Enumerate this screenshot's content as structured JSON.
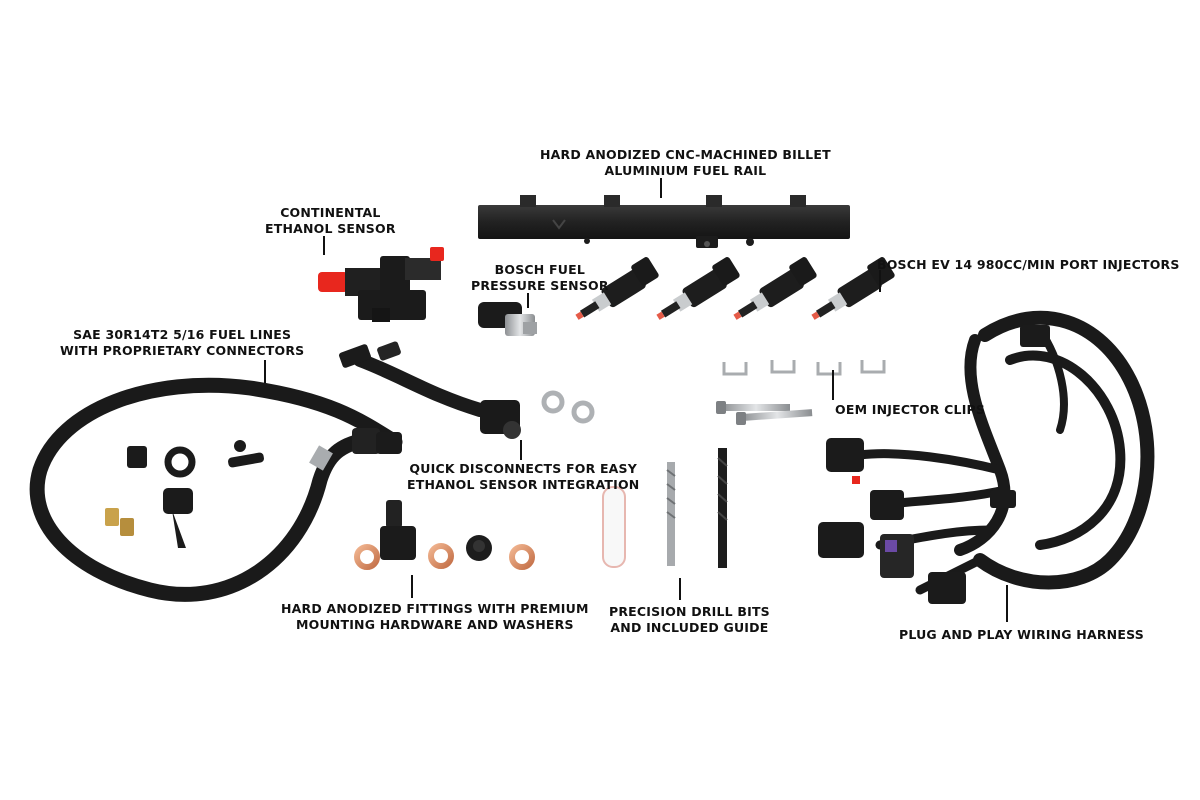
{
  "labels": {
    "fuel_rail": [
      "HARD ANODIZED CNC-MACHINED BILLET",
      "ALUMINIUM FUEL RAIL"
    ],
    "ethanol_sensor": [
      "CONTINENTAL",
      "ETHANOL SENSOR"
    ],
    "pressure_sensor": [
      "BOSCH FUEL",
      "PRESSURE SENSOR"
    ],
    "injectors": [
      "BOSCH EV 14 980CC/MIN PORT INJECTORS"
    ],
    "fuel_lines": [
      "SAE 30R14T2 5/16 FUEL LINES",
      "WITH PROPRIETARY CONNECTORS"
    ],
    "injector_clips": [
      "OEM INJECTOR CLIPS"
    ],
    "quick_disconnects": [
      "QUICK DISCONNECTS FOR EASY",
      "ETHANOL SENSOR INTEGRATION"
    ],
    "fittings": [
      "HARD ANODIZED FITTINGS WITH PREMIUM",
      "MOUNTING HARDWARE AND WASHERS"
    ],
    "drill_bits": [
      "PRECISION DRILL BITS",
      "AND INCLUDED GUIDE"
    ],
    "wiring_harness": [
      "PLUG AND PLAY WIRING HARNESS"
    ]
  },
  "colors": {
    "background": "#ffffff",
    "text": "#111111",
    "part_black": "#1b1b1b",
    "anodized_black": "#252525",
    "cap_red": "#e8271e",
    "copper": "#d98b62",
    "brass": "#c9a24b",
    "steel": "#b9bcbf"
  }
}
